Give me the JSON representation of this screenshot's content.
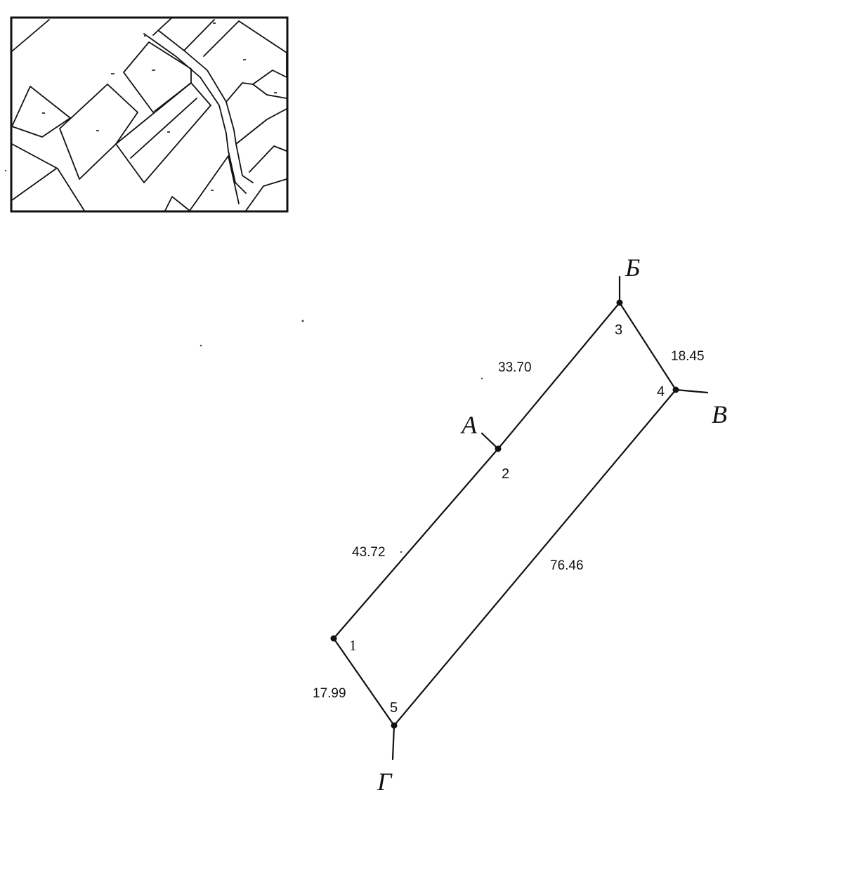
{
  "plot": {
    "points": [
      {
        "id": "1",
        "label": "1"
      },
      {
        "id": "2",
        "label": "2"
      },
      {
        "id": "3",
        "label": "3"
      },
      {
        "id": "4",
        "label": "4"
      },
      {
        "id": "5",
        "label": "5"
      }
    ],
    "segments": [
      {
        "from": "1",
        "to": "2",
        "length": "43.72"
      },
      {
        "from": "2",
        "to": "3",
        "length": "33.70"
      },
      {
        "from": "3",
        "to": "4",
        "length": "18.45"
      },
      {
        "from": "4",
        "to": "5",
        "length": "76.46"
      },
      {
        "from": "5",
        "to": "1",
        "length": "17.99"
      }
    ]
  },
  "neighbors": [
    {
      "id": "A",
      "label": "А"
    },
    {
      "id": "B",
      "label": "Б"
    },
    {
      "id": "V",
      "label": "В"
    },
    {
      "id": "G",
      "label": "Г"
    }
  ],
  "colors": {
    "ink": "#111111",
    "paper": "#ffffff"
  }
}
